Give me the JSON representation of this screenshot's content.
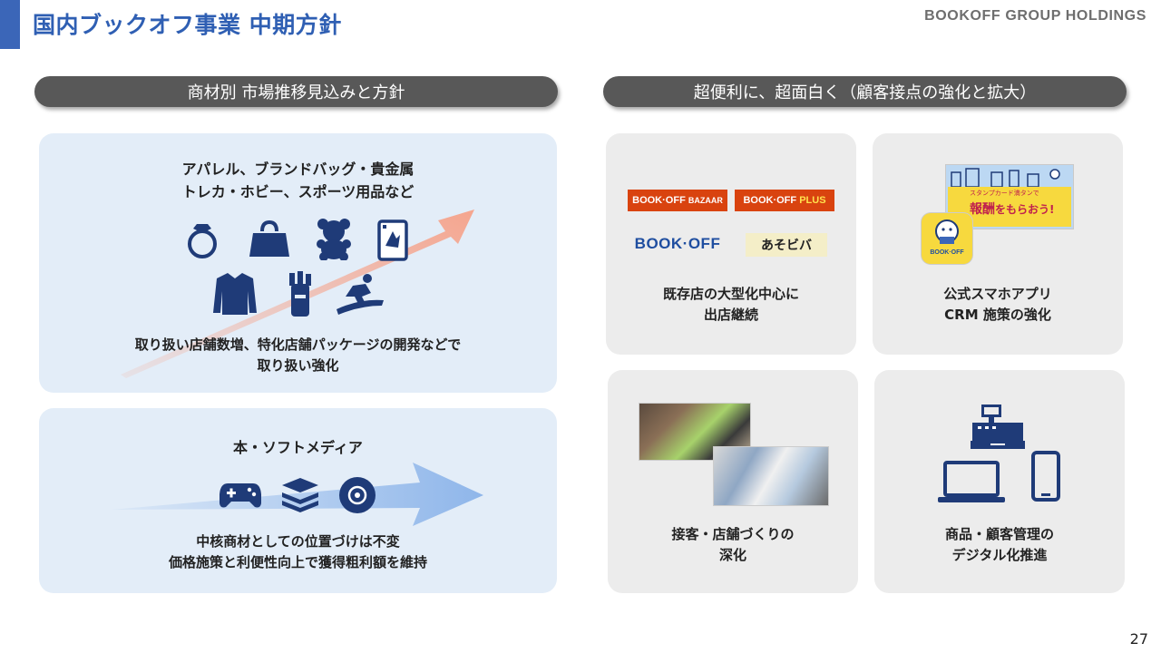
{
  "header": {
    "title": "国内ブックオフ事業 中期方針",
    "brand": "BOOKOFF GROUP HOLDINGS"
  },
  "left": {
    "section_label": "商材別 市場推移見込みと方針",
    "growth_panel": {
      "title_line1": "アパレル、ブランドバッグ・貴金属",
      "title_line2": "トレカ・ホビー、スポーツ用品など",
      "desc_line1": "取り扱い店舗数増、特化店舗パッケージの開発などで",
      "desc_line2": "取り扱い強化",
      "icons": [
        "ring-icon",
        "handbag-icon",
        "teddy-bear-icon",
        "trading-card-icon",
        "shirt-icon",
        "golf-bag-icon",
        "snowboard-icon"
      ]
    },
    "stable_panel": {
      "title": "本・ソフトメディア",
      "desc_line1": "中核商材としての位置づけは不変",
      "desc_line2": "価格施策と利便性向上で獲得粗利額を維持",
      "icons": [
        "game-controller-icon",
        "books-icon",
        "disc-icon"
      ]
    }
  },
  "right": {
    "section_label": "超便利に、超面白く（顧客接点の強化と拡大）",
    "cards": {
      "stores": {
        "line1": "既存店の大型化中心に",
        "line2": "出店継続",
        "logos": {
          "bazaar_main": "BOOK·OFF",
          "bazaar_sub": "BAZAAR",
          "plus_main": "BOOK·OFF",
          "plus_sub": "PLUS",
          "bookoff": "BOOK·OFF",
          "asobi": "あそビバ"
        }
      },
      "app": {
        "line1": "公式スマホアプリ",
        "line2": "CRM 施策の強化",
        "banner_small": "スタンプカード満タンで",
        "banner_big_1": "報酬",
        "banner_big_2": "をもらおう!",
        "app_icon_label": "BOOK·OFF"
      },
      "service": {
        "line1": "接客・店舗づくりの",
        "line2": "深化"
      },
      "digital": {
        "line1": "商品・顧客管理の",
        "line2": "デジタル化推進",
        "icons": [
          "cash-register-icon",
          "laptop-icon",
          "smartphone-icon"
        ]
      }
    }
  },
  "page_number": "27",
  "colors": {
    "accent": "#3b66b8",
    "title": "#2f5fb3",
    "icon_navy": "#1f3b78",
    "pill_bg": "#585858",
    "panel_blue": "#e3edf8",
    "panel_gray": "#ececec",
    "arrow_growth": "#f5a58e",
    "arrow_stable": "#8fb6ea"
  }
}
